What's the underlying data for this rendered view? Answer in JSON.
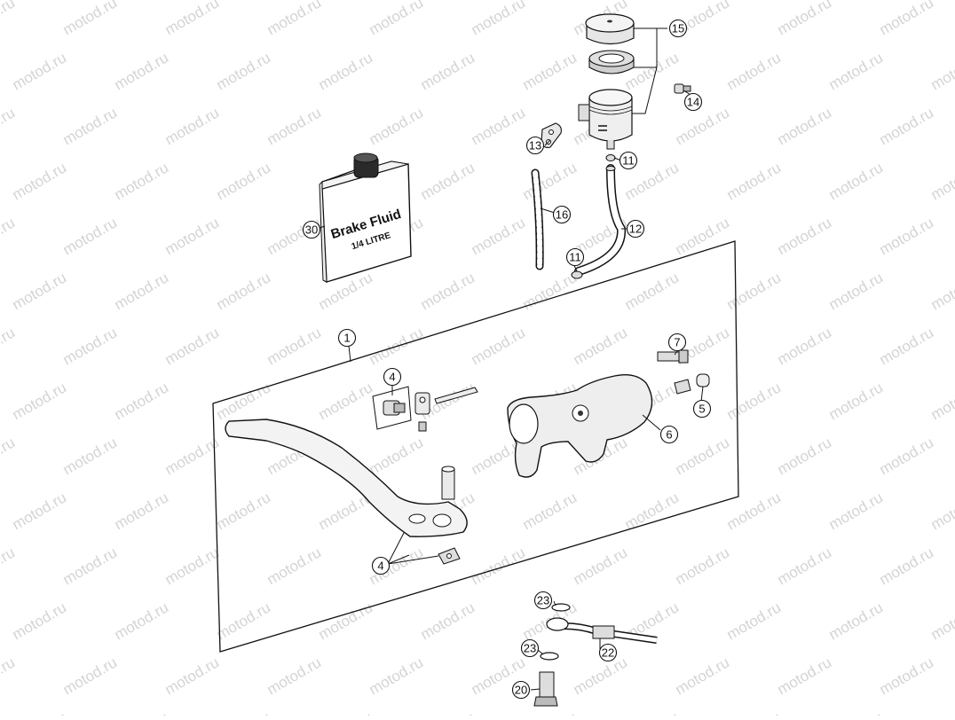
{
  "watermark": "motod.ru",
  "can": {
    "line1": "Brake Fluid",
    "line2": "1/4 LITRE"
  },
  "callouts": [
    {
      "id": "c15",
      "label": "15"
    },
    {
      "id": "c14",
      "label": "14"
    },
    {
      "id": "c13",
      "label": "13"
    },
    {
      "id": "c11a",
      "label": "11"
    },
    {
      "id": "c16",
      "label": "16"
    },
    {
      "id": "c12",
      "label": "12"
    },
    {
      "id": "c11b",
      "label": "11"
    },
    {
      "id": "c30",
      "label": "30"
    },
    {
      "id": "c1",
      "label": "1"
    },
    {
      "id": "c7",
      "label": "7"
    },
    {
      "id": "c4a",
      "label": "4"
    },
    {
      "id": "c5",
      "label": "5"
    },
    {
      "id": "c6",
      "label": "6"
    },
    {
      "id": "c4b",
      "label": "4"
    },
    {
      "id": "c23a",
      "label": "23"
    },
    {
      "id": "c22",
      "label": "22"
    },
    {
      "id": "c23b",
      "label": "23"
    },
    {
      "id": "c20",
      "label": "20"
    }
  ]
}
